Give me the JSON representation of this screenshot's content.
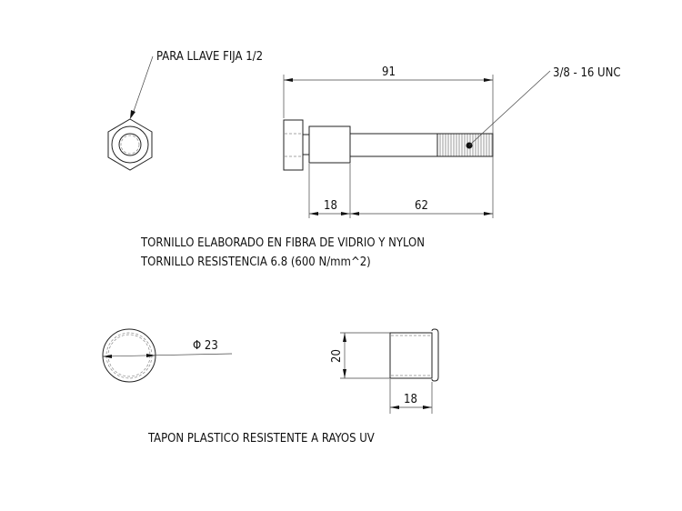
{
  "bolt": {
    "wrench_note": "PARA LLAVE FIJA 1/2",
    "thread_note": "3/8 - 16 UNC",
    "dim_total": "91",
    "dim_collar": "18",
    "dim_shank": "62",
    "description_line1": "TORNILLO ELABORADO EN FIBRA DE VIDRIO Y NYLON",
    "description_line2": "TORNILLO RESISTENCIA 6.8 (600 N/mm^2)"
  },
  "cap": {
    "dim_diameter": "Φ 23",
    "dim_height": "20",
    "dim_length": "18",
    "description": "TAPON PLASTICO RESISTENTE A RAYOS UV"
  }
}
